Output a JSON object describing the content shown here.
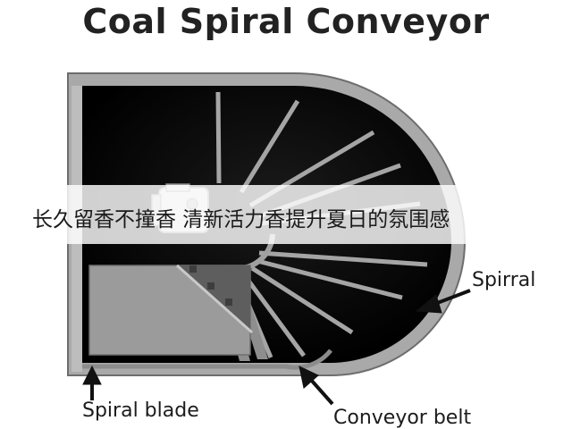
{
  "title": "Coal Spiral Conveyor",
  "labels": {
    "spiral": "Spirral",
    "spiral_blade": "Spiral blade",
    "conveyor_belt": "Conveyor belt"
  },
  "overlay_caption": "长久留香不撞香 清新活力香提升夏日的氛围感",
  "icons": {
    "arrow": "arrow-icon",
    "motor": "motor-icon"
  }
}
